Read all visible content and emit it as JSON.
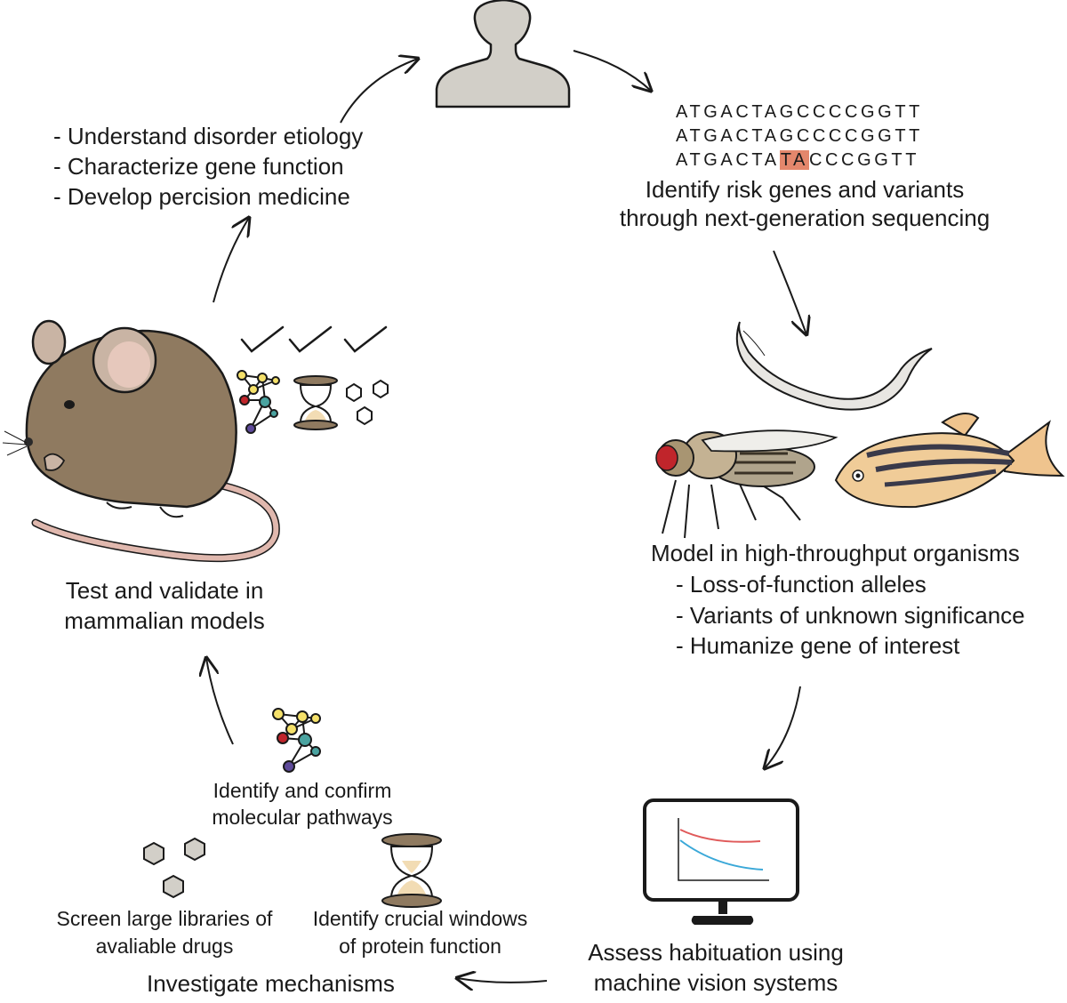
{
  "top_left": {
    "items": [
      "- Understand disorder etiology",
      "- Characterize gene function",
      "- Develop percision medicine"
    ]
  },
  "sequencing": {
    "lines": [
      "ATGACTAGCCCCGGTT",
      "ATGACTAGCCCCGGTT"
    ],
    "variant_line": {
      "prefix": "ATGACTA",
      "highlight": "TA",
      "suffix": "CCCGGTT"
    },
    "caption_line1": "Identify risk genes and variants",
    "caption_line2": "through next-generation sequencing"
  },
  "model": {
    "title": "Model in high-throughput organisms",
    "items": [
      "- Loss-of-function alleles",
      "- Variants of unknown significance",
      "- Humanize gene of interest"
    ]
  },
  "habituation": {
    "line1": "Assess habituation using",
    "line2": "machine vision systems"
  },
  "mechanisms": {
    "title": "Investigate mechanisms",
    "pathways_line1": "Identify and confirm",
    "pathways_line2": "molecular pathways",
    "drugs_line1": "Screen large libraries of",
    "drugs_line2": "avaliable drugs",
    "windows_line1": "Identify crucial windows",
    "windows_line2": "of protein function"
  },
  "mammal": {
    "line1": "Test and validate in",
    "line2": "mammalian models"
  },
  "colors": {
    "highlight": "#e4876c",
    "mouse": "#8f7a60",
    "person": "#d2cfc8",
    "curve_red": "#e05a5a",
    "curve_blue": "#3aa8d8"
  }
}
